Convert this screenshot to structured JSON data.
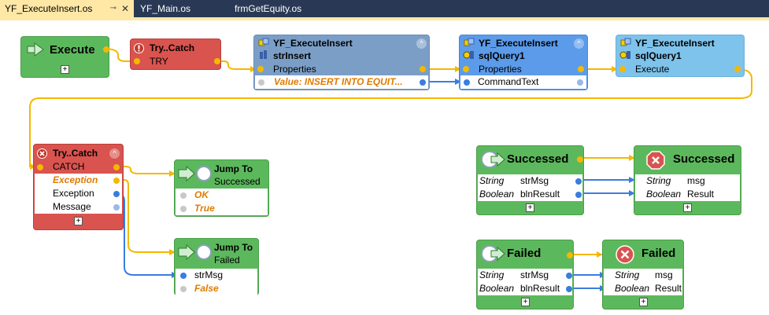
{
  "tabs": [
    {
      "label": "YF_ExecuteInsert.os",
      "active": true
    },
    {
      "label": "YF_Main.os",
      "active": false
    },
    {
      "label": "frmGetEquity.os",
      "active": false
    }
  ],
  "tab_pin": "⊸",
  "tab_close": "✕",
  "plus": "+",
  "nodes": {
    "execute": {
      "title": "Execute"
    },
    "try1": {
      "title": "Try..Catch",
      "row": "TRY"
    },
    "strinsert": {
      "title1": "YF_ExecuteInsert",
      "title2": "strInsert",
      "row1": "Properties",
      "row2": "Value: INSERT INTO EQUIT..."
    },
    "sqlquery_props": {
      "title1": "YF_ExecuteInsert",
      "title2": "sqlQuery1",
      "row1": "Properties",
      "row2": "CommandText"
    },
    "sqlquery_exec": {
      "title1": "YF_ExecuteInsert",
      "title2": "sqlQuery1",
      "row1": "Execute"
    },
    "try2": {
      "title": "Try..Catch",
      "rows": [
        "CATCH",
        "Exception",
        "Exception",
        "Message"
      ]
    },
    "jump_success": {
      "title1": "Jump To",
      "title2": "Successed",
      "rows": [
        "OK",
        "True"
      ]
    },
    "jump_failed": {
      "title1": "Jump To",
      "title2": "Failed",
      "rows": [
        "strMsg",
        "False"
      ]
    },
    "success_start": {
      "title": "Successed",
      "rows": [
        {
          "type": "String",
          "name": "strMsg"
        },
        {
          "type": "Boolean",
          "name": "blnResult"
        }
      ]
    },
    "success_end": {
      "title": "Successed",
      "rows": [
        {
          "type": "String",
          "name": "msg"
        },
        {
          "type": "Boolean",
          "name": "Result"
        }
      ]
    },
    "failed_start": {
      "title": "Failed",
      "rows": [
        {
          "type": "String",
          "name": "strMsg"
        },
        {
          "type": "Boolean",
          "name": "blnResult"
        }
      ]
    },
    "failed_end": {
      "title": "Failed",
      "rows": [
        {
          "type": "String",
          "name": "msg"
        },
        {
          "type": "Boolean",
          "name": "Result"
        }
      ]
    }
  },
  "colors": {
    "flow_wire": "#f5b800",
    "data_wire": "#3a7de0",
    "tab_bar": "#293955",
    "active_tab": "#ffe8a6",
    "node_green": "#5cb85c",
    "node_red": "#d9534f",
    "value_orange": "#e07b00"
  }
}
